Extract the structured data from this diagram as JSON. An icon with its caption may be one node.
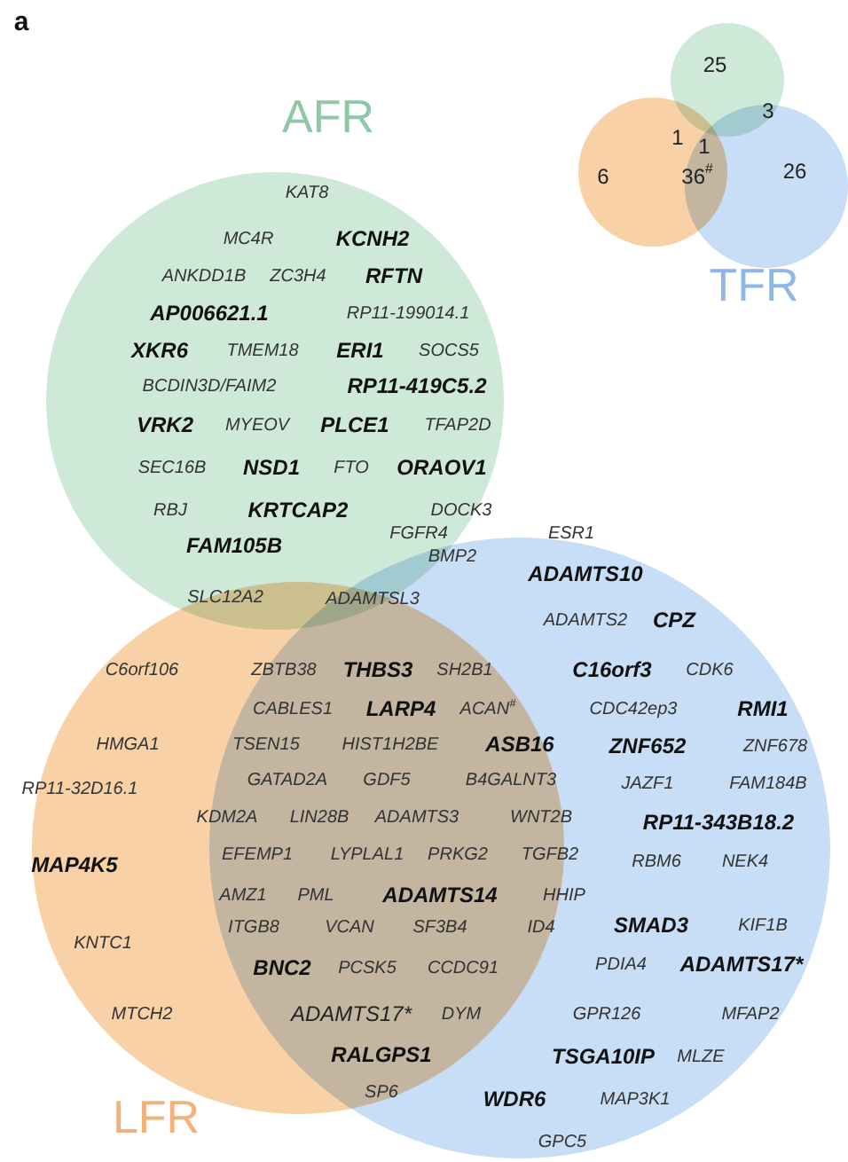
{
  "diagram": {
    "nodes": [
      {
        "text": [
          "AFR"
        ]
      },
      {
        "text": [],
        "shape": "circle"
      },
      {
        "text": [],
        "shape": "circle"
      },
      {
        "text": [],
        "shape": "circle"
      },
      {
        "text": [],
        "shape": "circle"
      },
      {
        "text": [
          "LFR"
        ]
      }
    ],
    "labels": [
      "a",
      "25",
      "3",
      "1",
      "1",
      "6",
      "36$^{#}$",
      "26",
      "TFR",
      "KAT8",
      "MC4R",
      "KCNH2",
      "ANKDD1B",
      "ZC3H4",
      "RFTN",
      "AP006621.1",
      "RP11-199014.1",
      "XKR6",
      "TMEM18",
      "ERI1",
      "SOCS5",
      "BCDIN3D/FAIM2",
      "RP11-419C5.2",
      "VRK2",
      "MYEOV",
      "PLCE1",
      "TFAP2D",
      "SEC16B",
      "NSD1",
      "FTO",
      "ORAOV1",
      "RBJ",
      "KRTCAP2",
      "DOCK3",
      "FAM105B",
      "FGFR4",
      "ESR1",
      "BMP2",
      "ADAMTS10",
      "SLC12A2",
      "ADAMTSL3",
      "ADAMTS2",
      "CPZ",
      "C6orf106",
      "ZBTB38",
      "THBS3",
      "SH2B1",
      "C16orf3",
      "CDK6",
      "CABLES1",
      "LARP4",
      "ACAN$^{#}$",
      "CDC42ep3",
      "RMI1",
      "HMGA1",
      "TSEN15",
      "HIST1H2BE",
      "ASB16",
      "ZNF652",
      "ZNF678",
      "GATAD2A",
      "GDF5",
      "B4GALNT3",
      "JAZF1",
      "FAM184B",
      "RP11-32D16.1",
      "KDM2A",
      "LIN28B",
      "ADAMTS3",
      "WNT2B",
      "RP11-343B18.2",
      "MAP4K5",
      "EFEMP1",
      "LYPLAL1",
      "PRKG2",
      "TGFB2",
      "RBM6",
      "NEK4",
      "AMZ1",
      "PML",
      "ADAMTS14",
      "HHIP",
      "KNTC1",
      "ITGB8",
      "VCAN",
      "SF3B4",
      "ID4",
      "SMAD3",
      "KIF1B",
      "BNC2",
      "PCSK5",
      "CCDC91",
      "PDIA4",
      "ADAMTS17*",
      "MTCH2",
      "ADAMTS17*",
      "DYM",
      "GPR126",
      "MFAP2",
      "RALGPS1",
      "TSGA10IP",
      "MLZE",
      "SP6",
      "WDR6",
      "MAP3K1",
      "GPC5"
    ]
  }
}
